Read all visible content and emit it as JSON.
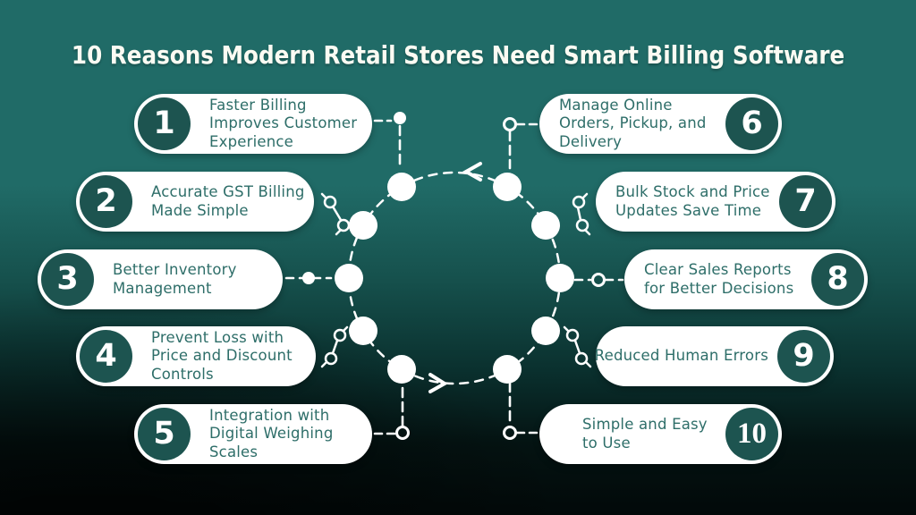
{
  "title": "10 Reasons Modern Retail Stores Need Smart Billing Software",
  "colors": {
    "background_top": "#206b67",
    "background_bottom": "#020909",
    "pill_background": "#ffffff",
    "number_badge": "#1d5450",
    "pill_text": "#2e6e69",
    "title_text": "#fbfbf3",
    "diagram_lines": "#ffffff"
  },
  "items": [
    {
      "number": "1",
      "label": "Faster Billing Improves Customer Experience",
      "side": "left"
    },
    {
      "number": "2",
      "label": "Accurate GST Billing Made Simple",
      "side": "left"
    },
    {
      "number": "3",
      "label": "Better Inventory Management",
      "side": "left"
    },
    {
      "number": "4",
      "label": "Prevent Loss with Price and Discount Controls",
      "side": "left"
    },
    {
      "number": "5",
      "label": "Integration with Digital Weighing Scales",
      "side": "left"
    },
    {
      "number": "6",
      "label": "Manage Online Orders, Pickup, and Delivery",
      "side": "right"
    },
    {
      "number": "7",
      "label": "Bulk Stock and Price Updates Save Time",
      "side": "right"
    },
    {
      "number": "8",
      "label": "Clear Sales Reports for Better Decisions",
      "side": "right"
    },
    {
      "number": "9",
      "label": "Reduced Human Errors",
      "side": "right"
    },
    {
      "number": "10",
      "label": "Simple and Easy to Use",
      "side": "right"
    }
  ],
  "diagram": {
    "node_count": 10,
    "flow_direction": "counterclockwise"
  }
}
